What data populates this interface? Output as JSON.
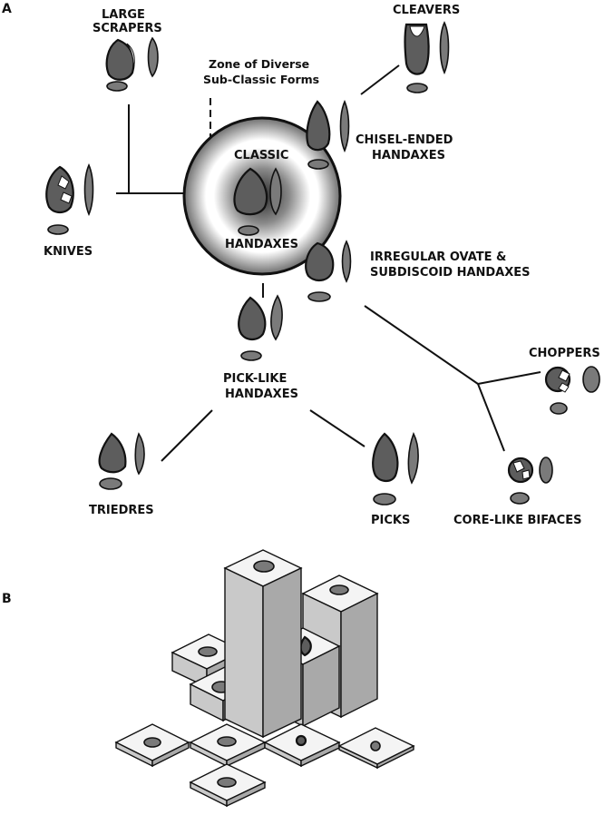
{
  "panels": {
    "a": "A",
    "b": "B"
  },
  "labels": {
    "large_scrapers_1": "LARGE",
    "large_scrapers_2": "SCRAPERS",
    "cleavers": "CLEAVERS",
    "zone_1": "Zone of Diverse",
    "zone_2": "Sub-Classic Forms",
    "chisel_1": "CHISEL-ENDED",
    "chisel_2": "HANDAXES",
    "classic": "CLASSIC",
    "handaxes": "HANDAXES",
    "knives": "KNIVES",
    "irregular_1": "IRREGULAR OVATE &",
    "irregular_2": "SUBDISCOID HANDAXES",
    "pick_1": "PICK-LIKE",
    "pick_2": "HANDAXES",
    "choppers": "CHOPPERS",
    "triedres": "TRIEDRES",
    "picks": "PICKS",
    "core_like": "CORE-LIKE BIFACES"
  },
  "colors": {
    "tool_fill": "#7a7a7a",
    "tool_dark": "#5d5d5d",
    "box_light": "#c9c9c9",
    "box_dark": "#a9a9a9"
  }
}
